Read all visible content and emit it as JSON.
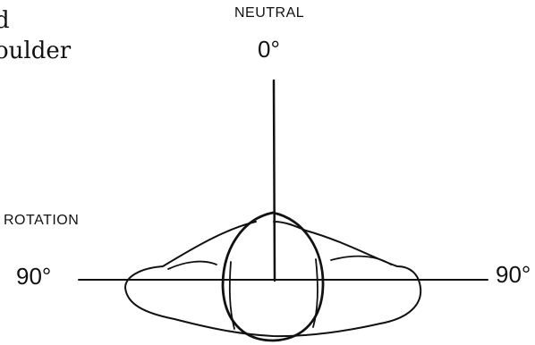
{
  "caption": {
    "line1": "d",
    "line2": "oulder"
  },
  "labels": {
    "top_title": "NEUTRAL",
    "top_angle": "0°",
    "side_title": "ROTATION",
    "left_angle": "90°",
    "right_angle": "90°"
  }
}
